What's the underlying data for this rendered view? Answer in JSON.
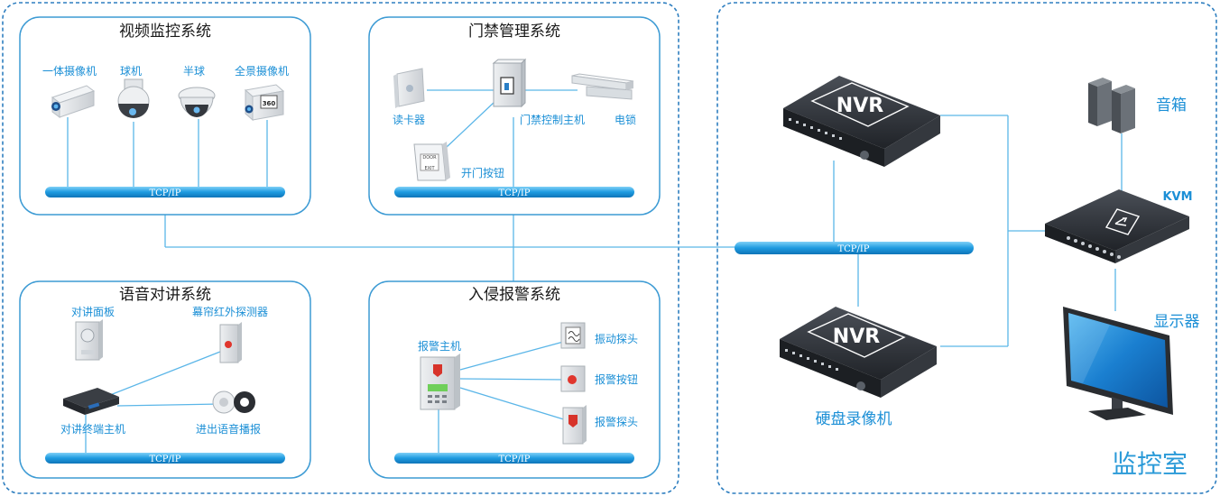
{
  "colors": {
    "accent": "#1b8fd6",
    "bus": "#1e9be0",
    "border": "#2f7fc0"
  },
  "bus_label": "TCP/IP",
  "video": {
    "title": "视频监控系统",
    "devices": [
      "一体摄像机",
      "球机",
      "半球",
      "全景摄像机"
    ],
    "panorama_badge": "360"
  },
  "access": {
    "title": "门禁管理系统",
    "reader": "读卡器",
    "controller": "门禁控制主机",
    "lock": "电锁",
    "exit_button": "开门按钮",
    "door_text_1": "DOOR",
    "door_text_2": "EXIT"
  },
  "intercom": {
    "title": "语音对讲系统",
    "panel": "对讲面板",
    "infrared": "幕帘红外探测器",
    "host": "对讲终端主机",
    "speaker": "进出语音播报"
  },
  "intrusion": {
    "title": "入侵报警系统",
    "host": "报警主机",
    "vibration": "振动探头",
    "button": "报警按钮",
    "probe": "报警探头"
  },
  "room": {
    "label": "监控室",
    "nvr_label": "NVR",
    "recorder_caption": "硬盘录像机",
    "speaker": "音箱",
    "kvm": "KVM",
    "monitor": "显示器"
  }
}
